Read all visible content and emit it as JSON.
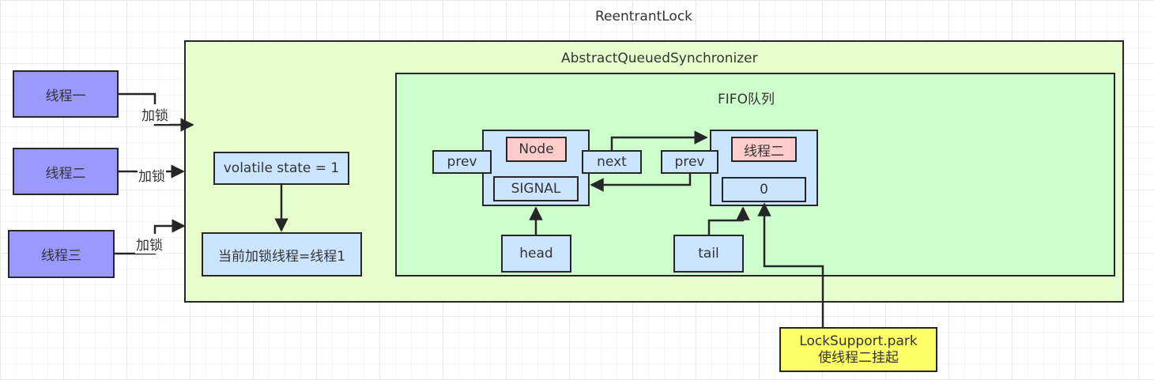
{
  "outer_title": "ReentrantLock",
  "aqs_title": "AbstractQueuedSynchronizer",
  "fifo_title": "FIFO队列",
  "threads": [
    {
      "label": "线程一",
      "edge_label": "加锁"
    },
    {
      "label": "线程二",
      "edge_label": "加锁"
    },
    {
      "label": "线程三",
      "edge_label": "加锁"
    }
  ],
  "state_box": "volatile state = 1",
  "owner_box": "当前加锁线程=线程1",
  "node1": {
    "prev": "prev",
    "title": "Node",
    "status": "SIGNAL",
    "next": "next"
  },
  "node2": {
    "prev": "prev",
    "title": "线程二",
    "status": "0"
  },
  "head_label": "head",
  "tail_label": "tail",
  "park_note": {
    "line1": "LockSupport.park",
    "line2": "使线程二挂起"
  },
  "colors": {
    "thread": "#9999ff",
    "aqs": "#e6ffcc",
    "fifo": "#ccffcc",
    "node": "#cce5ff",
    "node_title": "#ffcccc",
    "note": "#ffff66"
  }
}
